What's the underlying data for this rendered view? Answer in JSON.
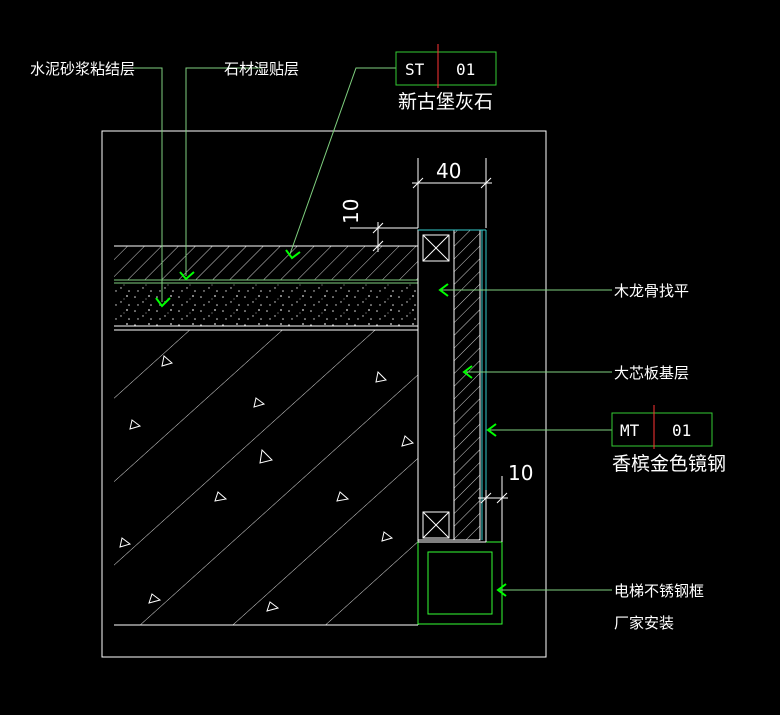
{
  "labels": {
    "cement_mortar": "水泥砂浆粘结层",
    "stone_wet_paste": "石材湿贴层",
    "wood_keel": "木龙骨找平",
    "blockboard_base": "大芯板基层",
    "elevator_frame_line1": "电梯不锈钢框",
    "elevator_frame_line2": "厂家安装"
  },
  "tags": {
    "stone": {
      "code": "ST",
      "num": "01",
      "material": "新古堡灰石"
    },
    "metal": {
      "code": "MT",
      "num": "01",
      "material": "香槟金色镜钢"
    }
  },
  "dimensions": {
    "panel_width": "40",
    "stone_offset": "10",
    "frame_offset": "10"
  },
  "colors": {
    "background": "#000000",
    "outline": "#ffffff",
    "leader": "#7fd07f",
    "arrow": "#00ff00",
    "tag_box": "#33cc33",
    "tag_divider": "#ff3333",
    "frame": "#33ff33",
    "glass": "#33cccc"
  }
}
